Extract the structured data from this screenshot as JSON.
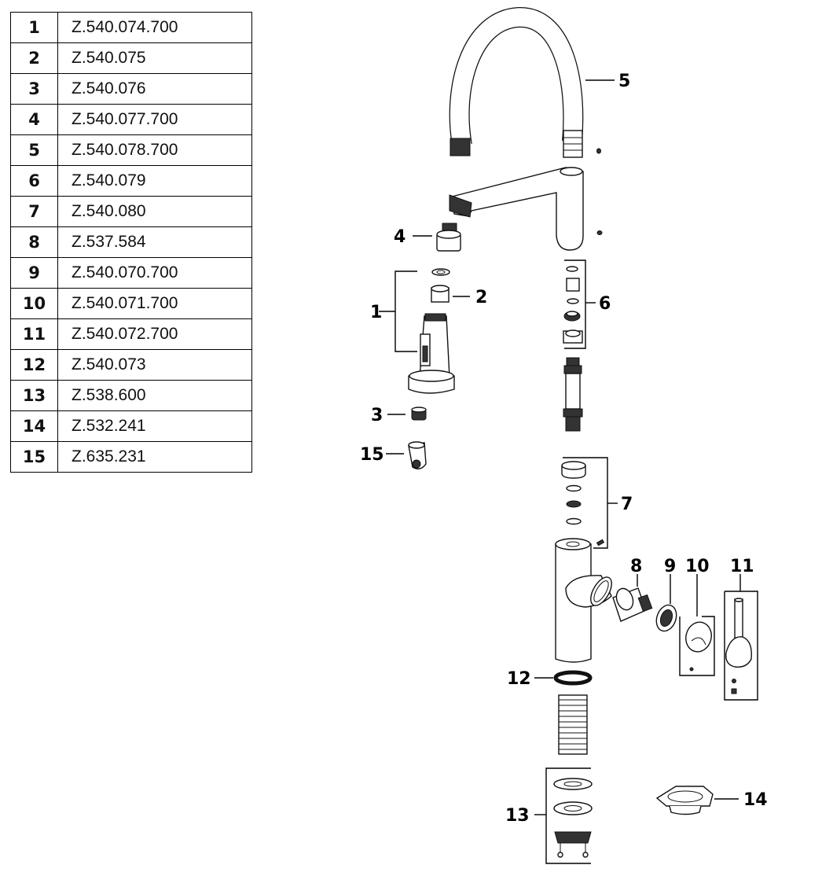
{
  "parts_table": [
    {
      "num": "1",
      "code": "Z.540.074.700"
    },
    {
      "num": "2",
      "code": "Z.540.075"
    },
    {
      "num": "3",
      "code": "Z.540.076"
    },
    {
      "num": "4",
      "code": "Z.540.077.700"
    },
    {
      "num": "5",
      "code": "Z.540.078.700"
    },
    {
      "num": "6",
      "code": "Z.540.079"
    },
    {
      "num": "7",
      "code": "Z.540.080"
    },
    {
      "num": "8",
      "code": "Z.537.584"
    },
    {
      "num": "9",
      "code": "Z.540.070.700"
    },
    {
      "num": "10",
      "code": "Z.540.071.700"
    },
    {
      "num": "11",
      "code": "Z.540.072.700"
    },
    {
      "num": "12",
      "code": "Z.540.073"
    },
    {
      "num": "13",
      "code": "Z.538.600"
    },
    {
      "num": "14",
      "code": "Z.532.241"
    },
    {
      "num": "15",
      "code": "Z.635.231"
    }
  ],
  "callouts": {
    "c1": "1",
    "c2": "2",
    "c3": "3",
    "c4": "4",
    "c5": "5",
    "c6": "6",
    "c7": "7",
    "c8": "8",
    "c9": "9",
    "c10": "10",
    "c11": "11",
    "c12": "12",
    "c13": "13",
    "c14": "14",
    "c15": "15"
  }
}
